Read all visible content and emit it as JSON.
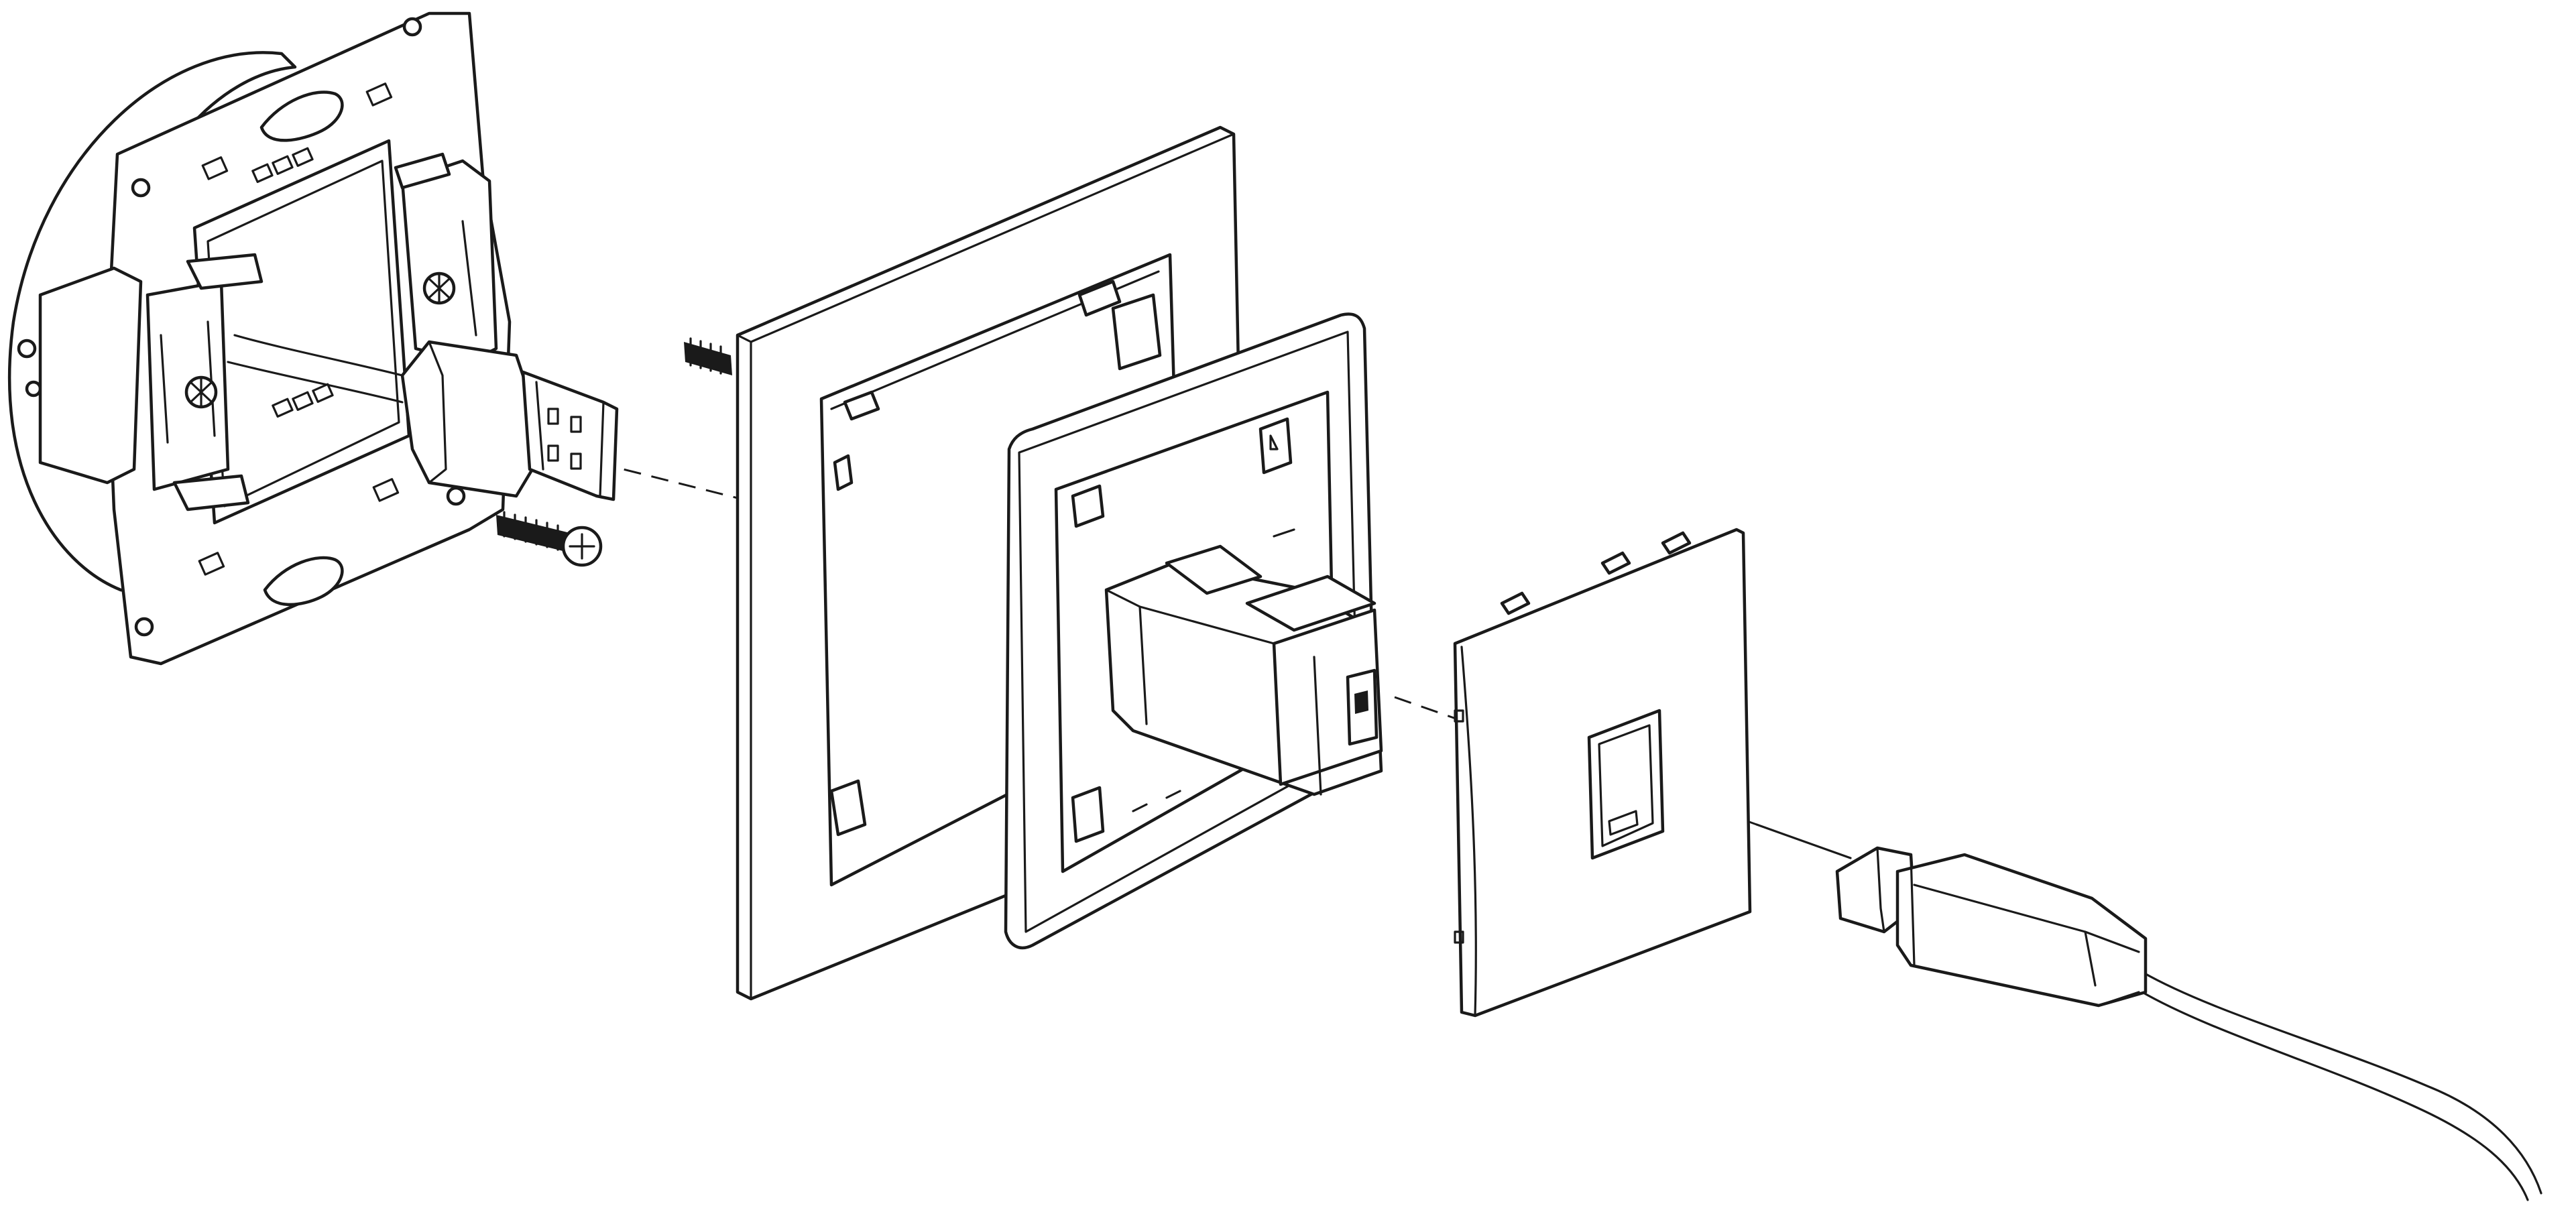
{
  "figure": {
    "description_text": "",
    "colors": {
      "line": "#1a1a1a",
      "background": "#ffffff"
    },
    "parts": [
      {
        "id": "mounting-box",
        "icon": "wall-box-with-mounting-plate-icon"
      },
      {
        "id": "usb-a-connector",
        "icon": "usb-a-plug-icon"
      },
      {
        "id": "screw-top",
        "icon": "screw-icon"
      },
      {
        "id": "screw-bottom",
        "icon": "screw-icon"
      },
      {
        "id": "outer-frame",
        "icon": "square-frame-icon"
      },
      {
        "id": "inner-frame",
        "icon": "square-frame-icon"
      },
      {
        "id": "usb-b-socket-module",
        "icon": "usb-b-socket-icon"
      },
      {
        "id": "cover-plate",
        "icon": "cover-plate-icon"
      },
      {
        "id": "usb-b-cable",
        "icon": "usb-b-cable-icon"
      }
    ]
  }
}
